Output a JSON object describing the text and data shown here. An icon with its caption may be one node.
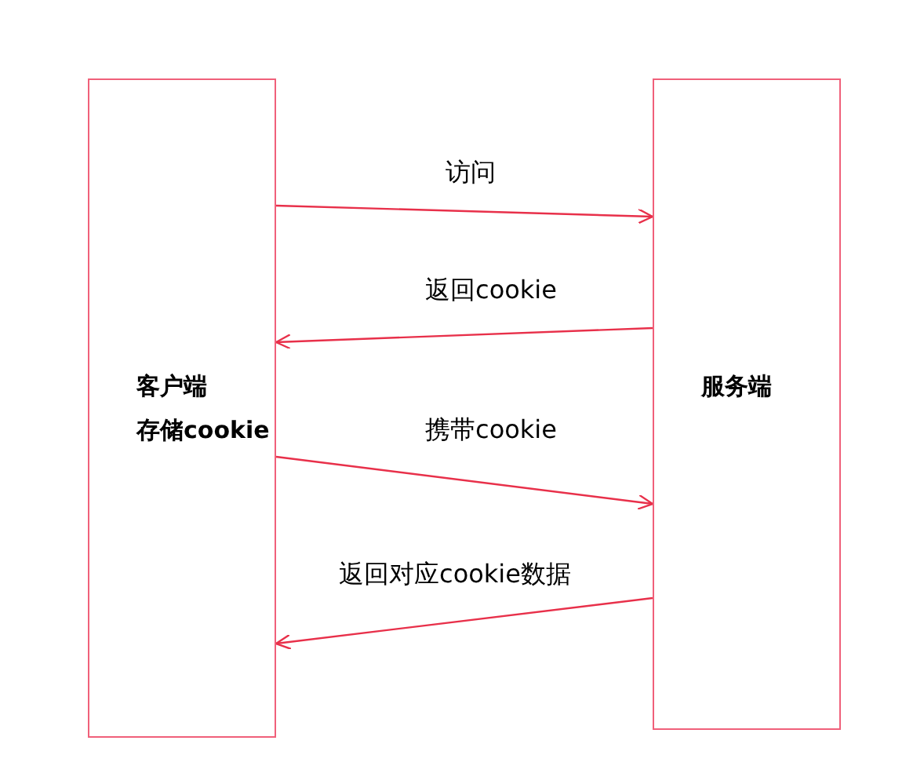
{
  "diagram": {
    "nodes": [
      {
        "text": [
          "客户端",
          "存储cookie"
        ]
      },
      {
        "text": [
          "服务端"
        ]
      }
    ],
    "edges": [
      {
        "from": 0,
        "to": 1,
        "arrow": "to",
        "label": "访问"
      },
      {
        "from": 1,
        "to": 0,
        "arrow": "to",
        "label": "返回cookie"
      },
      {
        "from": 0,
        "to": 1,
        "arrow": "to",
        "label": "携带cookie"
      },
      {
        "from": 1,
        "to": 0,
        "arrow": "to",
        "label": "返回对应cookie数据"
      }
    ]
  }
}
